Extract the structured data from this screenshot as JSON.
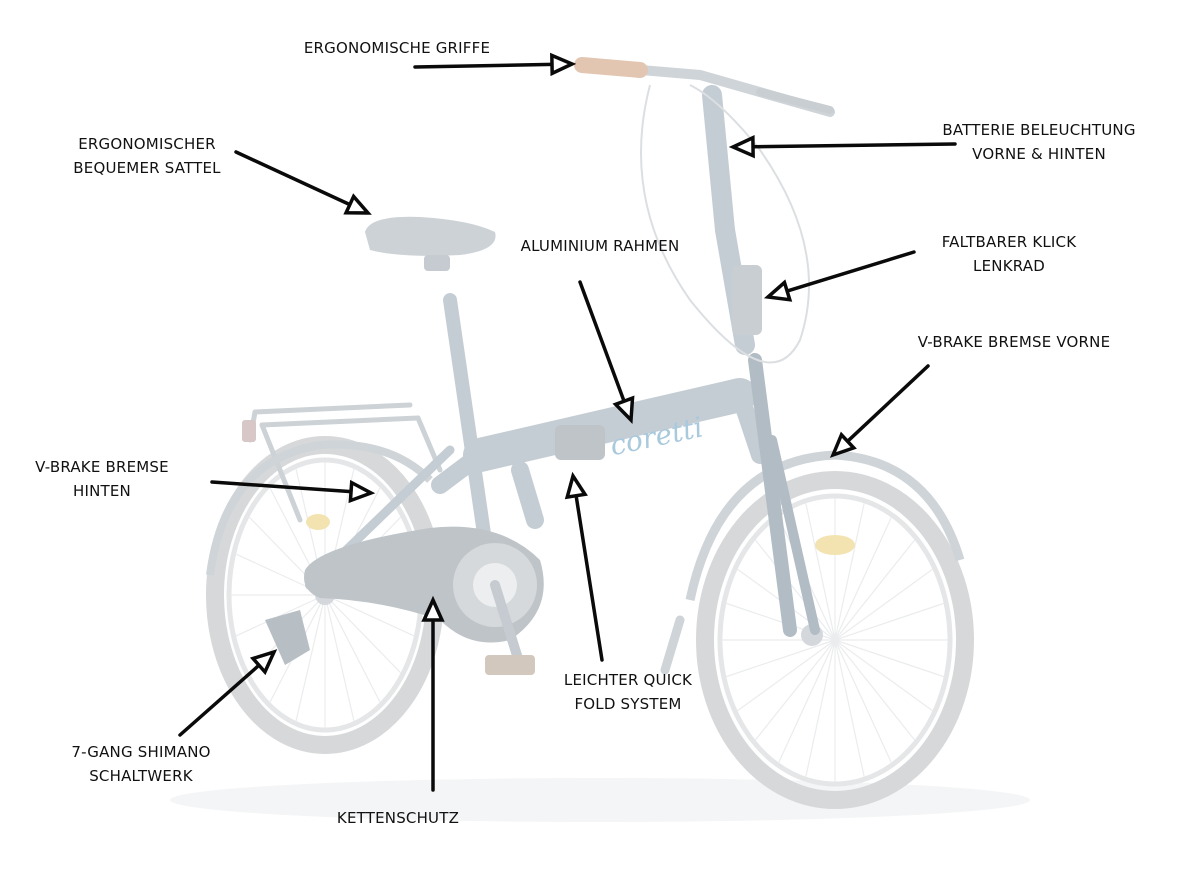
{
  "colors": {
    "frame": "#c5cdd4",
    "frame_dark": "#b2bcc4",
    "tire": "#d6d8da",
    "rim": "#e4e6e8",
    "spoke": "#eaecee",
    "black_part": "#bfc4c8",
    "reflector": "#f3e3b0",
    "arrow": "#0a0a0a",
    "text": "#111111",
    "background": "#ffffff"
  },
  "brand_logo": "coretti",
  "labels": [
    {
      "id": "griffe",
      "lines": [
        "ERGONOMISCHE GRIFFE"
      ]
    },
    {
      "id": "sattel",
      "lines": [
        "ERGONOMISCHER",
        "BEQUEMER SATTEL"
      ]
    },
    {
      "id": "beleuchtung",
      "lines": [
        "BATTERIE BELEUCHTUNG",
        "VORNE & HINTEN"
      ]
    },
    {
      "id": "rahmen",
      "lines": [
        "ALUMINIUM RAHMEN"
      ]
    },
    {
      "id": "lenkrad",
      "lines": [
        "FALTBARER KLICK",
        "LENKRAD"
      ]
    },
    {
      "id": "bremse-vorne",
      "lines": [
        "V-BRAKE BREMSE VORNE"
      ]
    },
    {
      "id": "bremse-hinten",
      "lines": [
        "V-BRAKE BREMSE",
        "HINTEN"
      ]
    },
    {
      "id": "quick-fold",
      "lines": [
        "LEICHTER QUICK",
        "FOLD SYSTEM"
      ]
    },
    {
      "id": "schaltwerk",
      "lines": [
        "7-GANG SHIMANO",
        "SCHALTWERK"
      ]
    },
    {
      "id": "kettenschutz",
      "lines": [
        "KETTENSCHUTZ"
      ]
    }
  ]
}
